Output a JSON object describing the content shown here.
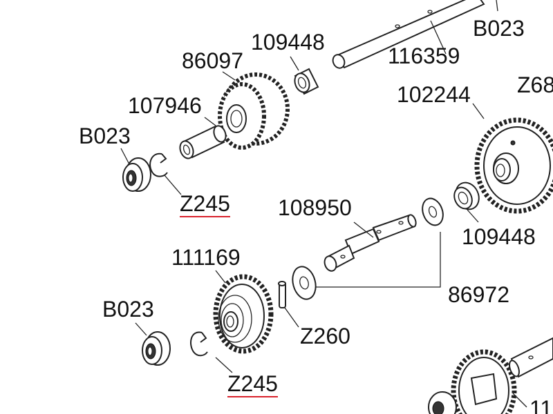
{
  "labels": {
    "b023_top": "B023",
    "p116359": "116359",
    "p109448_top": "109448",
    "p86097": "86097",
    "p107946": "107946",
    "b023_left": "B023",
    "z245_top": "Z245",
    "p102244": "102244",
    "z68_partial": "Z68",
    "p108950": "108950",
    "p109448_right": "109448",
    "p111169": "111169",
    "p86972": "86972",
    "b023_bottom": "B023",
    "z260": "Z260",
    "z245_bottom": "Z245",
    "p11_partial": "11"
  },
  "colors": {
    "line": "#222222",
    "text": "#111111",
    "highlight_underline": "#d9202a",
    "background": "#ffffff"
  }
}
